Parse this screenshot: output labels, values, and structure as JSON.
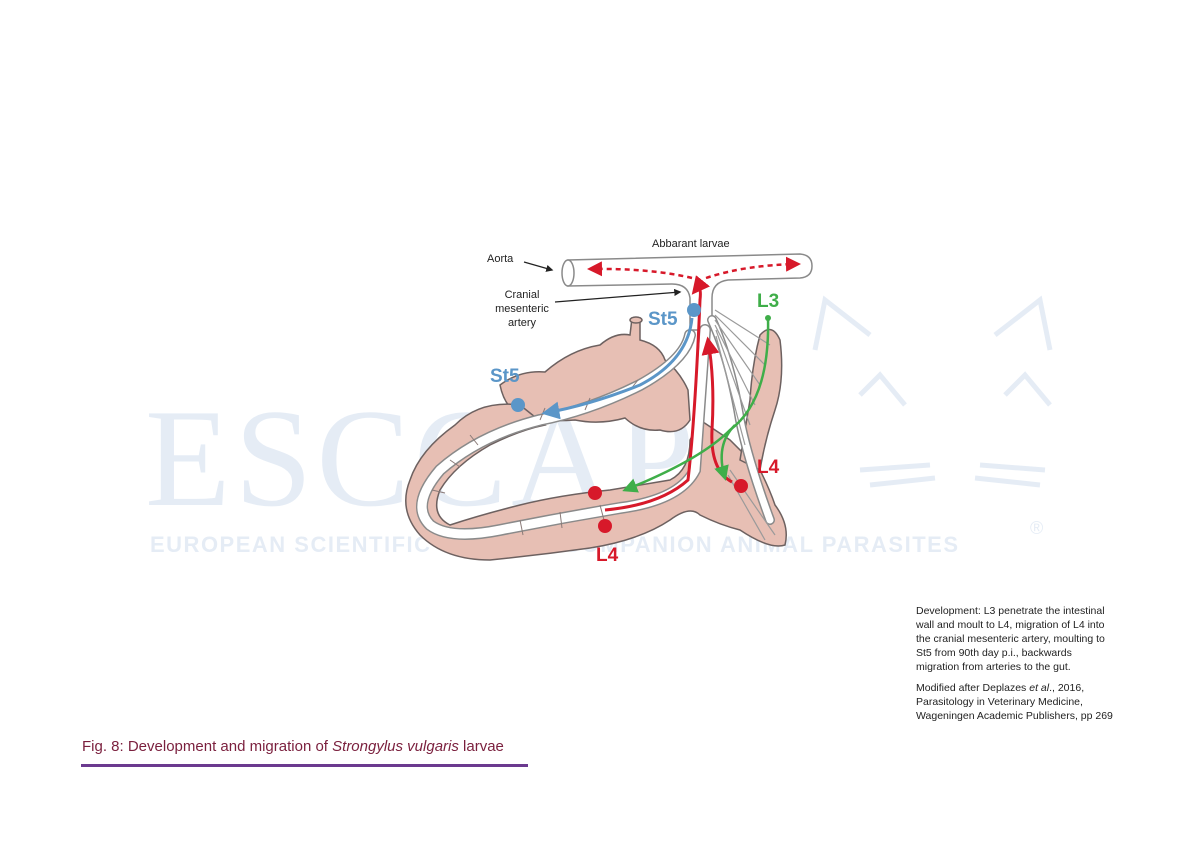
{
  "watermark": {
    "logo_text": "ESCCAP",
    "tagline": "EUROPEAN SCIENTIFIC COUNSEL COMPANION ANIMAL PARASITES",
    "registered_mark": "®",
    "color": "#dfe8f3"
  },
  "diagram": {
    "labels": {
      "aorta": "Aorta",
      "abbarant": "Abbarant larvae",
      "cranial_line1": "Cranial",
      "cranial_line2": "mesenteric",
      "cranial_line3": "artery",
      "st5_top": "St5",
      "st5_left": "St5",
      "l3": "L3",
      "l4_right": "L4",
      "l4_bottom": "L4"
    },
    "colors": {
      "red": "#d7192a",
      "blue": "#5b96c8",
      "green": "#3fae49",
      "gut_fill": "#e7bfb4",
      "gut_stroke": "#6d6160",
      "vessel": "#ffffff",
      "vessel_stroke": "#8a8a8a"
    }
  },
  "side_text": {
    "development": "Development: L3 penetrate the intestinal wall and moult to L4, migration of L4 into the cranial mesenteric artery, moulting to St5 from 90th day p.i., backwards migration from arteries to the gut.",
    "modified_prefix": "Modified after Deplazes ",
    "modified_etal": "et al",
    "modified_suffix": "., 2016, Parasitology in Veterinary Medicine, Wageningen Academic Publishers, pp 269"
  },
  "caption": {
    "prefix": "Fig. 8: Development and migration of ",
    "species": "Strongylus vulgaris",
    "suffix": " larvae",
    "color": "#7a1f3d",
    "rule_color": "#6b3a8f"
  }
}
